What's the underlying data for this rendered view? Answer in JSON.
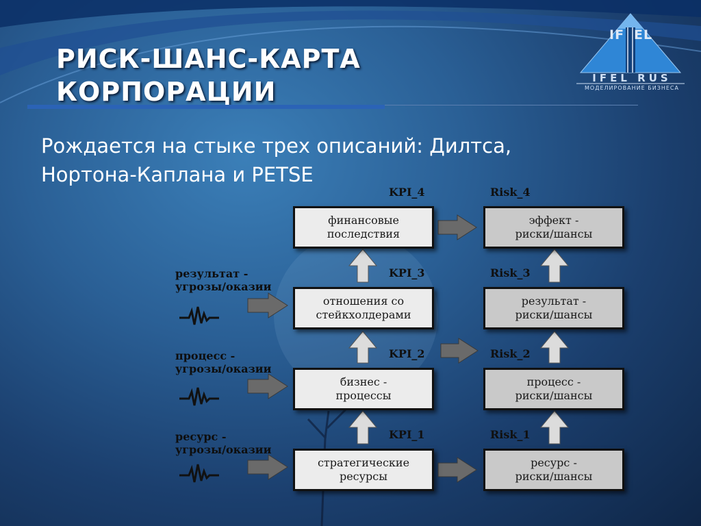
{
  "slide": {
    "title_line1": "РИСК-ШАНС-КАРТА",
    "title_line2": "КОРПОРАЦИИ",
    "subtitle_line1": "Рождается на стыке трех описаний: Дилтса,",
    "subtitle_line2": "Нортона-Каплана и PETSE"
  },
  "logo": {
    "left_letters": "IF",
    "right_letters": "EL",
    "name": "IFEL RUS",
    "tagline": "МОДЕЛИРОВАНИЕ БИЗНЕСА"
  },
  "diagram": {
    "kpi_labels": [
      "KPI_4",
      "KPI_3",
      "KPI_2",
      "KPI_1"
    ],
    "risk_labels": [
      "Risk_4",
      "Risk_3",
      "Risk_2",
      "Risk_1"
    ],
    "kpi_boxes": [
      {
        "line1": "финансовые",
        "line2": "последствия"
      },
      {
        "line1": "отношения со",
        "line2": "стейкхолдерами"
      },
      {
        "line1": "бизнес -",
        "line2": "процессы"
      },
      {
        "line1": "стратегические",
        "line2": "ресурсы"
      }
    ],
    "risk_boxes": [
      {
        "line1": "эффект -",
        "line2": "риски/шансы"
      },
      {
        "line1": "результат -",
        "line2": "риски/шансы"
      },
      {
        "line1": "процесс -",
        "line2": "риски/шансы"
      },
      {
        "line1": "ресурс -",
        "line2": "риски/шансы"
      }
    ],
    "threats": [
      {
        "line1": "результат -",
        "line2": "угрозы/оказии"
      },
      {
        "line1": "процесс -",
        "line2": "угрозы/оказии"
      },
      {
        "line1": "ресурс -",
        "line2": "угрозы/оказии"
      }
    ],
    "colors": {
      "arrow": "#5f5f5f",
      "kpi_box": "#ececec",
      "risk_box": "#c9c9c9",
      "title_rule": "#2b63b6"
    }
  }
}
